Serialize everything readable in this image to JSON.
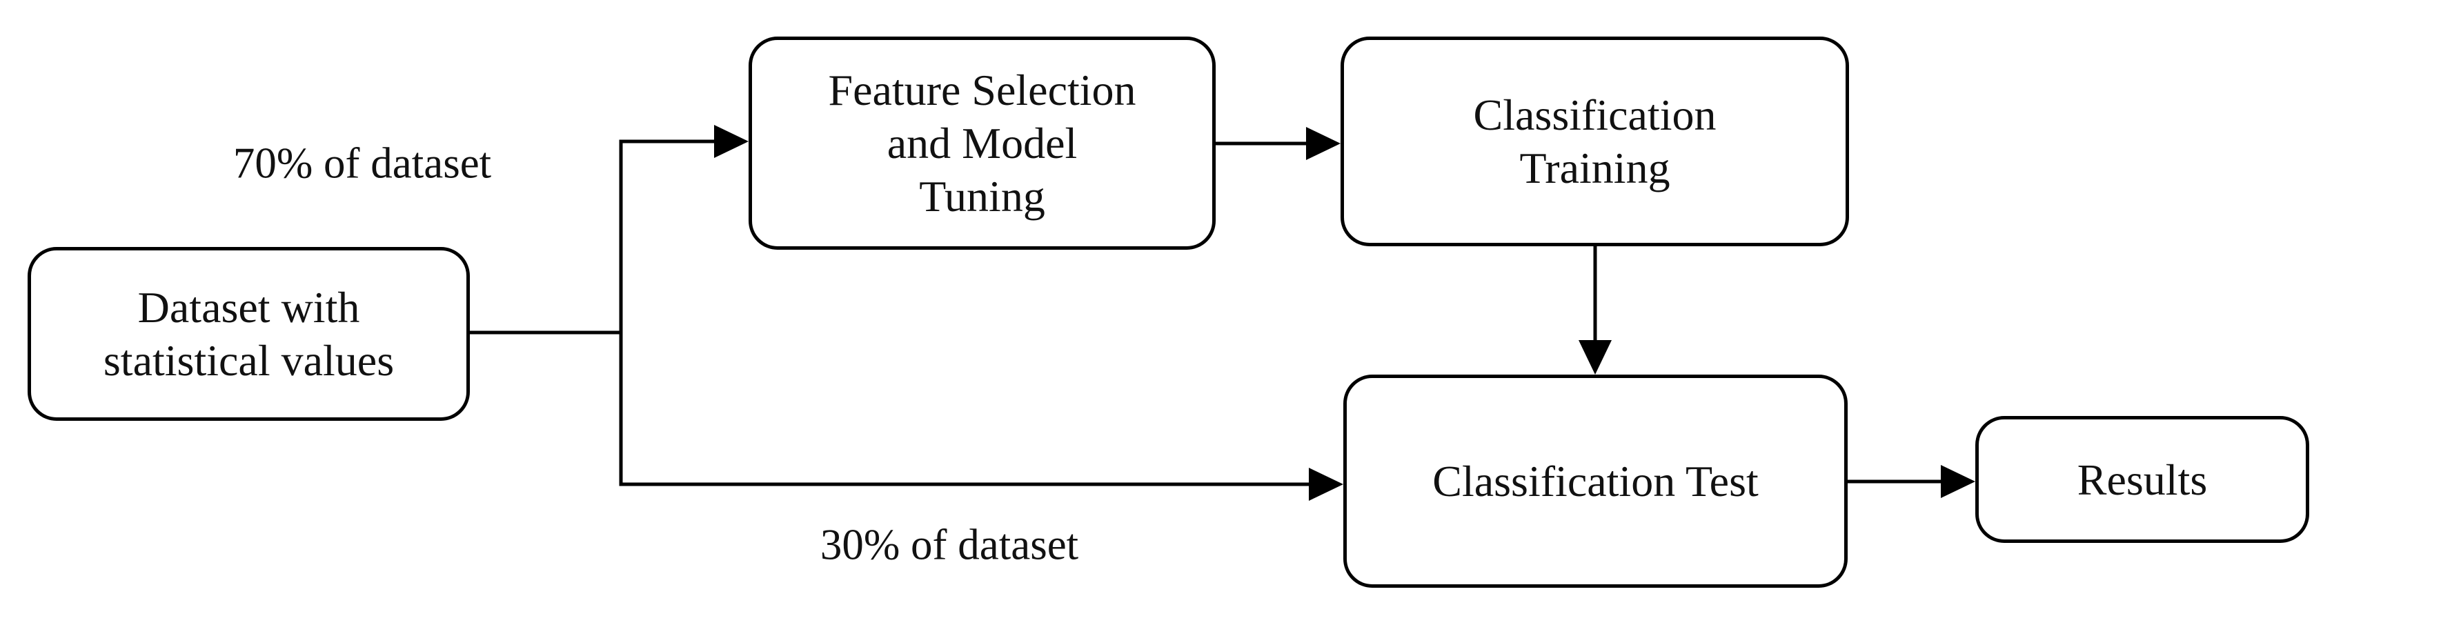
{
  "diagram": {
    "type": "flowchart",
    "colors": {
      "background": "#ffffff",
      "node_fill": "#ffffff",
      "stroke": "#000000",
      "text": "#111111"
    },
    "nodes": [
      {
        "id": "dataset",
        "lines": [
          "Dataset with",
          "statistical values"
        ]
      },
      {
        "id": "feature-selection",
        "lines": [
          "Feature Selection",
          "and Model",
          "Tuning"
        ]
      },
      {
        "id": "classification-training",
        "lines": [
          "Classification",
          "Training"
        ]
      },
      {
        "id": "classification-test",
        "lines": [
          "Classification Test"
        ]
      },
      {
        "id": "results",
        "lines": [
          "Results"
        ]
      }
    ],
    "edges": [
      {
        "from": "dataset",
        "to": "feature-selection",
        "label": "70% of dataset"
      },
      {
        "from": "dataset",
        "to": "classification-test",
        "label": "30% of dataset"
      },
      {
        "from": "feature-selection",
        "to": "classification-training",
        "label": ""
      },
      {
        "from": "classification-training",
        "to": "classification-test",
        "label": ""
      },
      {
        "from": "classification-test",
        "to": "results",
        "label": ""
      }
    ],
    "arrow_style": "filled-triangle"
  }
}
